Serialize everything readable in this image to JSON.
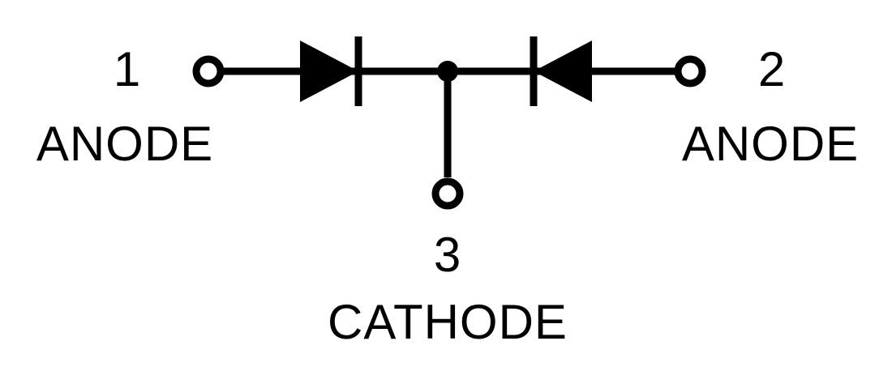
{
  "diagram": {
    "type": "schematic",
    "pins": [
      {
        "number": "1",
        "label": "ANODE",
        "position": "left"
      },
      {
        "number": "2",
        "label": "ANODE",
        "position": "right"
      },
      {
        "number": "3",
        "label": "CATHODE",
        "position": "bottom"
      }
    ],
    "symbols": [
      "diode-icon-pointing-right",
      "diode-icon-pointing-left",
      "junction-dot",
      "terminal-circle-pin1",
      "terminal-circle-pin2",
      "terminal-circle-pin3"
    ],
    "colors": {
      "line": "#000000",
      "background": "#ffffff"
    }
  }
}
